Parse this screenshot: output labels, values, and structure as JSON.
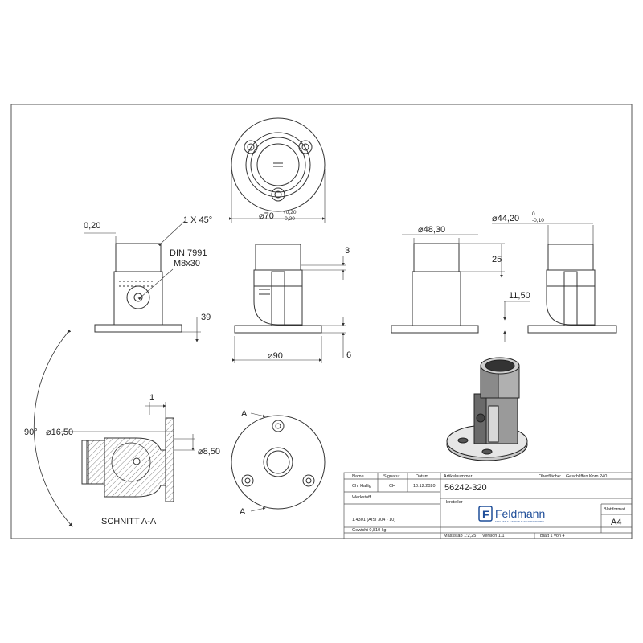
{
  "top_view": {
    "diameter": "⌀70",
    "tol_plus": "+0,20",
    "tol_minus": "-0,20"
  },
  "front_view": {
    "chamfer": "0,20",
    "chamfer_note": "1 X 45°",
    "thread_std": "DIN 7991",
    "thread_size": "M8x30",
    "height": "39"
  },
  "side_view": {
    "dim_3": "3",
    "dim_6": "6",
    "base_diameter": "⌀90"
  },
  "right_view_a": {
    "diameter": "⌀48,30",
    "height": "25"
  },
  "right_view_b": {
    "diameter": "⌀44,20",
    "tol_plus": "0",
    "tol_minus": "-0,10",
    "offset": "11,50"
  },
  "section_view": {
    "angle": "90°",
    "bore_diameter": "⌀16,50",
    "dim_1": "1",
    "hole_diameter": "⌀8,50",
    "label": "SCHNITT A-A"
  },
  "plan_view": {
    "cut_label_top": "A",
    "cut_label_bottom": "A"
  },
  "title_block": {
    "name_header": "Name",
    "signature_header": "Signatur",
    "date_header": "Datum",
    "article_header": "Artikelnummer",
    "surface_label": "Oberfläche:",
    "surface_value": "Geschliffen Korn 240",
    "drawer_name": "Ch. Hallig",
    "drawer_sig": "CH",
    "drawer_date": "10.12.2020",
    "article_number": "56242-320",
    "material_header": "Werkstoff:",
    "manufacturer_header": "Hersteller",
    "material_value": "1.4301 (AISI 304 - 10)",
    "company": "Feldmann",
    "company_tagline": "EDELSTAHL-HANDLAUF-SCHWEISSERTEIL",
    "format_header": "Blattformat",
    "format_value": "A4",
    "weight": "Gewicht 0,810 kg",
    "scale": "Massstab 1:2,25",
    "version": "Version 1.1",
    "sheet": "Blatt 1 von 4"
  },
  "colors": {
    "line": "#333333",
    "frame": "#555555",
    "brand": "#1f4e99",
    "hatch": "#666666"
  }
}
